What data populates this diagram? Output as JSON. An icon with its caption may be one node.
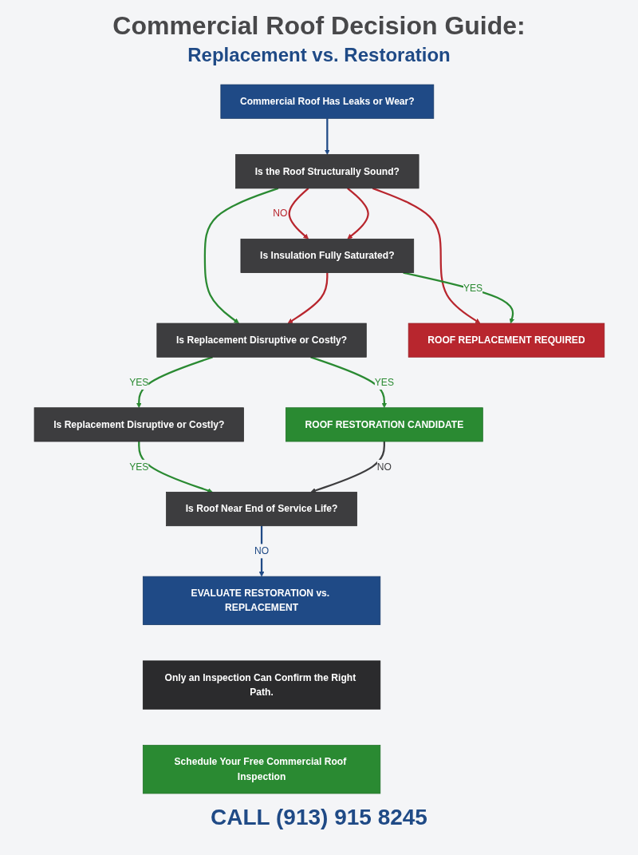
{
  "diagram": {
    "title": "Commercial Roof Decision Guide:",
    "nodes": [
      {
        "text": [
          "Commercial Roof Has Leaks or Wear?"
        ]
      },
      {
        "text": [
          "Is the Roof Structurally Sound?"
        ]
      },
      {
        "text": [
          "Is Insulation Fully Saturated?"
        ]
      },
      {
        "text": [
          "Is Replacement Disruptive or Costly?"
        ]
      },
      {
        "text": [
          "Is Replacement Disruptive or Costly?"
        ]
      },
      {
        "text": [
          "ROOF REPLACEMENT REQUIRED"
        ]
      },
      {
        "text": [
          "ROOF RESTORATION CANDIDATE"
        ]
      },
      {
        "text": [
          "Is Roof Near End of Service Life?"
        ]
      },
      {
        "text": [
          "EVALUATE RESTORATION vs. REPLACEMENT"
        ]
      },
      {
        "text": [
          "Only an Inspection Can Confirm the Right Path."
        ]
      },
      {
        "text": [
          "Schedule Your Free Commercial Roof Inspection"
        ]
      }
    ],
    "edges": [
      {
        "from": 0,
        "to": 1,
        "arrow": "to",
        "color": "#1f4a86"
      },
      {
        "from": 1,
        "to": 5,
        "arrow": "to",
        "color": "#b8262e"
      },
      {
        "from": 1,
        "to": 2,
        "arrow": "to",
        "label": "NO",
        "color": "#b8262e"
      },
      {
        "from": 1,
        "to": 2,
        "arrow": "to",
        "color": "#b8262e"
      },
      {
        "from": 1,
        "to": 3,
        "arrow": "to"
      },
      {
        "from": 2,
        "to": 3,
        "arrow": "to",
        "color": "#b8262e"
      },
      {
        "from": 3,
        "to": 4,
        "arrow": "to",
        "label": "YES"
      },
      {
        "from": 2,
        "to": 5,
        "arrow": "to",
        "label": "YES"
      },
      {
        "from": 3,
        "to": 6,
        "arrow": "to",
        "label": "YES"
      },
      {
        "from": 4,
        "to": 7,
        "arrow": "to",
        "label": "YES"
      },
      {
        "from": 6,
        "to": 7,
        "arrow": "to",
        "label": "NO",
        "color": "#3d3d3f"
      },
      {
        "from": 7,
        "to": 8,
        "arrow": "to",
        "label": "NO",
        "color": "#1f4a86"
      }
    ],
    "labels": [
      "Replacement vs. Restoration",
      "CALL (913) 915 8245"
    ]
  }
}
